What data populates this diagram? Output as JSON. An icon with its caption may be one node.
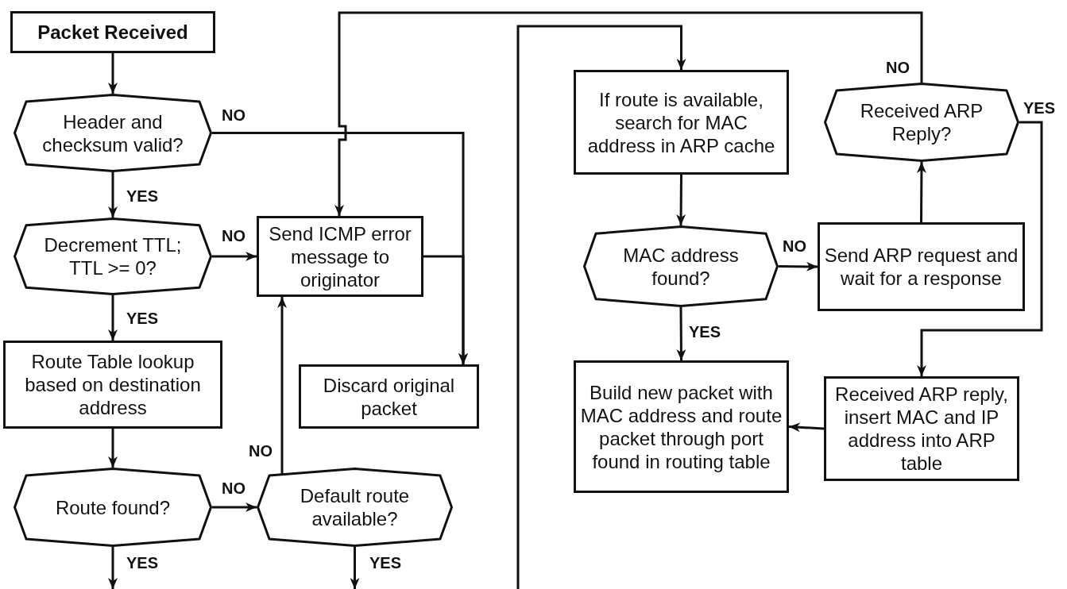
{
  "diagram": {
    "nodes": [
      {
        "text": [
          "Packet Received"
        ]
      },
      {
        "text": [
          "Header and checksum valid?"
        ]
      },
      {
        "text": [
          "Decrement TTL; TTL >= 0?"
        ]
      },
      {
        "text": [
          "Route Table lookup based on destination address"
        ]
      },
      {
        "text": [
          "Route found?"
        ]
      },
      {
        "text": [
          "Send ICMP error message to originator"
        ]
      },
      {
        "text": [
          "Discard original packet"
        ]
      },
      {
        "text": [
          "Default route available?"
        ]
      },
      {
        "text": [
          "If route is available, search for MAC address in ARP cache"
        ]
      },
      {
        "text": [
          "MAC address found?"
        ]
      },
      {
        "text": [
          "Build new packet with MAC address and route packet through port found in routing table"
        ]
      },
      {
        "text": [
          "Received ARP Reply?"
        ]
      },
      {
        "text": [
          "Send ARP request and wait for a response"
        ]
      },
      {
        "text": [
          "Received ARP reply, insert MAC and IP address into ARP table"
        ]
      }
    ],
    "edges": [
      {
        "from": 0,
        "to": 1,
        "arrow": "to"
      },
      {
        "from": 1,
        "to": 6,
        "arrow": "to",
        "label": "NO"
      },
      {
        "from": 1,
        "to": 2,
        "arrow": "to",
        "label": "YES"
      },
      {
        "from": 2,
        "to": 5,
        "arrow": "to",
        "label": "NO"
      },
      {
        "from": 2,
        "to": 3,
        "arrow": "to",
        "label": "YES"
      },
      {
        "from": 3,
        "to": 4,
        "arrow": "to"
      },
      {
        "from": 4,
        "to": 7,
        "arrow": "to",
        "label": "NO"
      },
      {
        "from": 4,
        "to": null,
        "arrow": "to",
        "label": "YES"
      },
      {
        "from": 7,
        "to": 5,
        "arrow": "to",
        "label": "NO"
      },
      {
        "from": 7,
        "to": null,
        "arrow": "to",
        "label": "YES"
      },
      {
        "from": 5,
        "to": 6,
        "arrow": "to"
      },
      {
        "from": null,
        "to": 8,
        "arrow": "to"
      },
      {
        "from": 11,
        "to": 5,
        "arrow": "to",
        "label": "NO"
      },
      {
        "from": 8,
        "to": 9,
        "arrow": "to"
      },
      {
        "from": 9,
        "to": 12,
        "arrow": "to",
        "label": "NO"
      },
      {
        "from": 9,
        "to": 10,
        "arrow": "to",
        "label": "YES"
      },
      {
        "from": 12,
        "to": 11,
        "arrow": "to"
      },
      {
        "from": 11,
        "to": 13,
        "arrow": "to",
        "label": "YES"
      },
      {
        "from": 13,
        "to": 10,
        "arrow": "to"
      }
    ]
  }
}
